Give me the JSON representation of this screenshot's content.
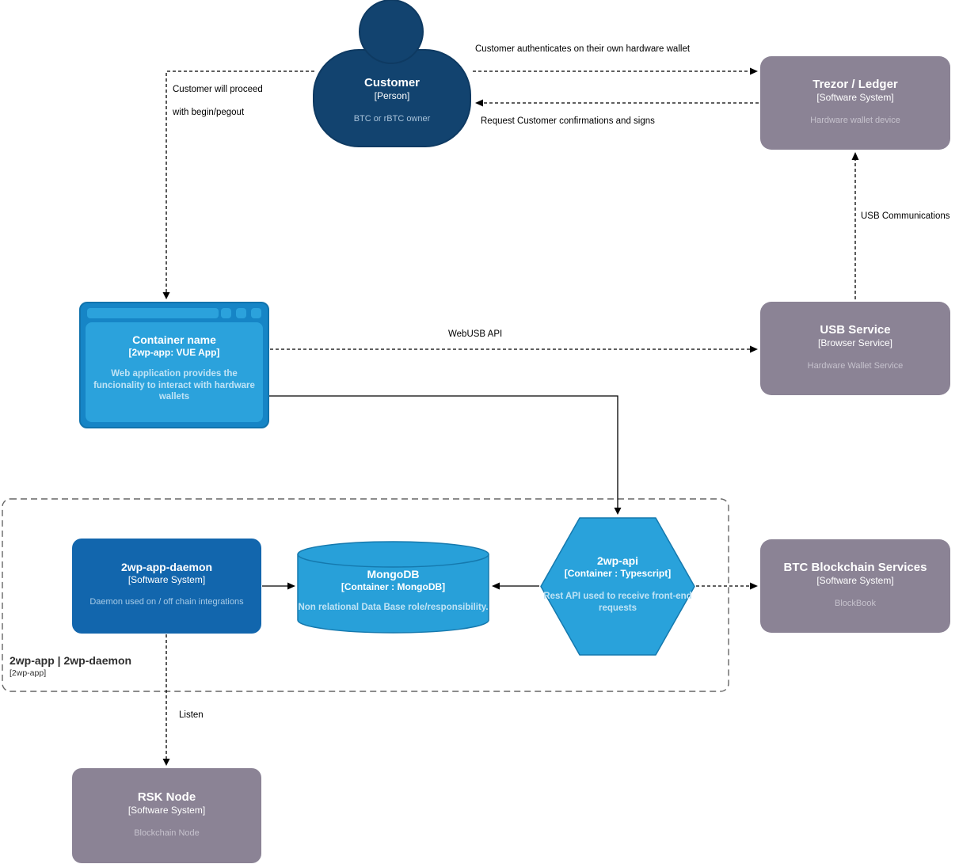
{
  "diagram": {
    "nodes": {
      "customer": {
        "title": "Customer",
        "subtitle": "[Person]",
        "desc": "BTC or rBTC owner"
      },
      "trezor": {
        "title": "Trezor / Ledger",
        "subtitle": "[Software System]",
        "desc": "Hardware wallet device"
      },
      "webapp": {
        "title": "Container name",
        "subtitle": "[2wp-app: VUE App]",
        "desc": "Web application provides the funcionality to interact with hardware wallets"
      },
      "usb_service": {
        "title": "USB Service",
        "subtitle": "[Browser Service]",
        "desc": "Hardware Wallet Service"
      },
      "daemon": {
        "title": "2wp-app-daemon",
        "subtitle": "[Software System]",
        "desc": "Daemon used on / off chain integrations"
      },
      "mongodb": {
        "title": "MongoDB",
        "subtitle": "[Container : MongoDB]",
        "desc": "Non relational Data Base role/responsibility."
      },
      "api": {
        "title": "2wp-api",
        "subtitle": "[Container : Typescript]",
        "desc": "Rest API used to receive front-end requests"
      },
      "btc": {
        "title": "BTC Blockchain Services",
        "subtitle": "[Software System]",
        "desc": "BlockBook"
      },
      "rsk": {
        "title": "RSK Node",
        "subtitle": "[Software System]",
        "desc": "Blockchain Node"
      },
      "boundary": {
        "title": "2wp-app | 2wp-daemon",
        "subtitle": "[2wp-app]"
      }
    },
    "edges": {
      "authenticate": "Customer authenticates on their own hardware wallet",
      "confirmations": "Request Customer confirmations and signs",
      "proceed_line1": "Customer will proceed",
      "proceed_line2": "with begin/pegout",
      "webusb": "WebUSB API",
      "usb_comm": "USB Communications",
      "listen": "Listen"
    },
    "colors": {
      "person_navy": "#12436f",
      "system_gray": "#8b8395",
      "container_blue": "#2ba2dc",
      "browser_frame_blue": "#1685c6",
      "daemon_blue": "#1266ad",
      "shape_stroke_blue": "#1579ae",
      "boundary_gray": "#666666",
      "edge_black": "#000000"
    }
  }
}
